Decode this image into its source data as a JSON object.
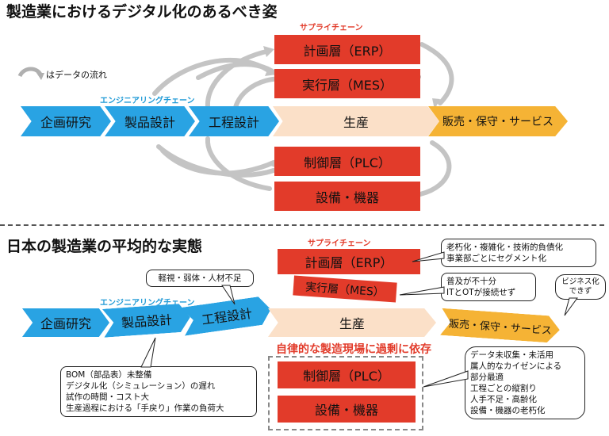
{
  "top": {
    "title": "製造業におけるデジタル化のあるべき姿",
    "supply_chain_label": "サプライチェーン",
    "engineering_chain_label": "エンジニアリングチェーン",
    "legend_text": "はデータの流れ",
    "erp_label": "計画層（ERP）",
    "mes_label": "実行層（MES）",
    "plc_label": "制御層（PLC）",
    "equipment_label": "設備・機器",
    "chain": [
      "企画研究",
      "製品設計",
      "工程設計",
      "生産",
      "販売・保守・サービス"
    ]
  },
  "bottom": {
    "title": "日本の製造業の平均的な実態",
    "supply_chain_label": "サプライチェーン",
    "engineering_chain_label": "エンジニアリングチェーン",
    "erp_label": "計画層（ERP）",
    "mes_label": "実行層（MES）",
    "plc_label": "制御層（PLC）",
    "equipment_label": "設備・機器",
    "chain": [
      "企画研究",
      "製品設計",
      "工程設計",
      "生産",
      "販売・保守・サービス"
    ],
    "dependency_label": "自律的な製造現場に過剰に依存",
    "callout_staff": "軽視・弱体・人材不足",
    "callout_erp": [
      "老朽化・複雑化・技術的負債化",
      "事業部ごとにセグメント化"
    ],
    "callout_mes": [
      "普及が不十分",
      "ITとOTが接続せず"
    ],
    "callout_sales": [
      "ビジネス化",
      "できず"
    ],
    "callout_design": [
      "BOM（部品表）未整備",
      "デジタル化（シミュレーション）の遅れ",
      "試作の時間・コスト大",
      "生産過程における「手戻り」作業の負荷大"
    ],
    "callout_floor": [
      "データ未収集・未活用",
      "属人的なカイゼンによる",
      "部分最適",
      "工程ごとの縦割り",
      "人手不足・高齢化",
      "設備・機器の老朽化"
    ]
  },
  "colors": {
    "red": "#e23b2a",
    "blue": "#29a3e3",
    "peach": "#fbe0c8",
    "orange": "#f5b335",
    "arrow_gray": "#bfbfbf",
    "divider": "#555555"
  }
}
